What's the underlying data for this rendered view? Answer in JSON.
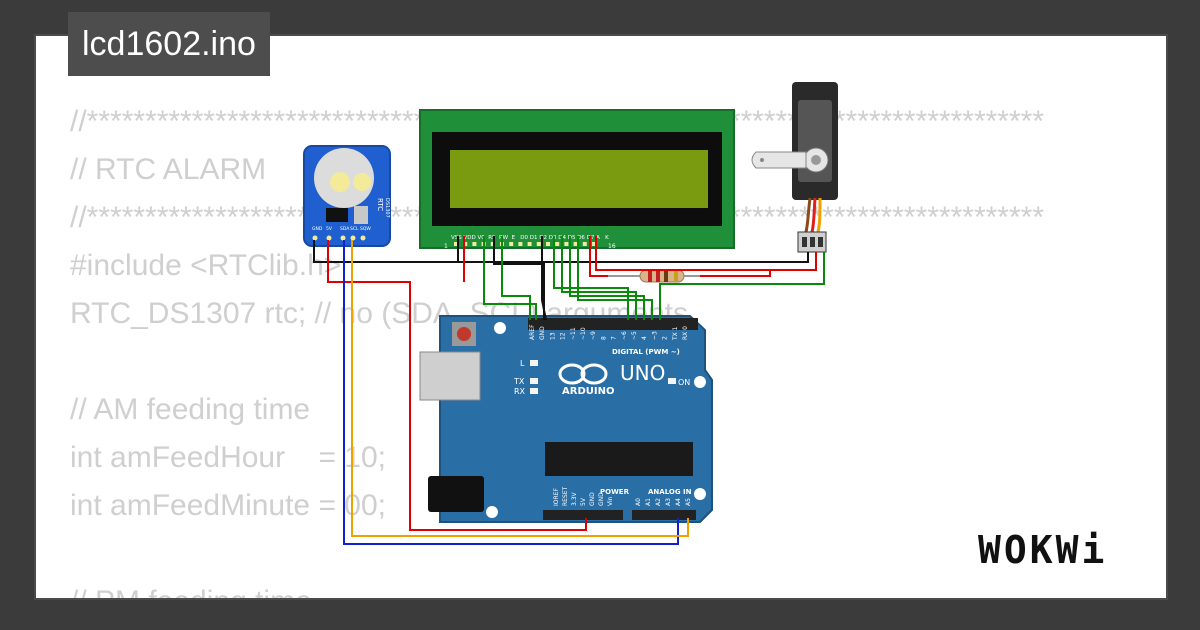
{
  "title": "lcd1602.ino",
  "code_lines": [
    "//**********************************************************************************",
    "// RTC ALARM",
    "//**********************************************************************************",
    "#include <RTClib.h>",
    "RTC_DS1307 rtc; // no (SDA, SCL) arguments",
    "",
    "// AM feeding time",
    "int amFeedHour    = 10;",
    "int amFeedMinute = 00;",
    "",
    "// PM feeding time"
  ],
  "brand": "WOKWi",
  "rtc": {
    "label": "RTC",
    "sublabel": "DS1307",
    "pins": [
      "GND",
      "5V",
      "SDA",
      "SCL",
      "SQW"
    ]
  },
  "lcd": {
    "pin_labels": "VSS VDD V0  RS  RW  E   D0 D1 D2 D3 D4 D5 D6 D7 A   K",
    "pin_first": "1",
    "pin_last": "16"
  },
  "arduino": {
    "model": "UNO",
    "brand": "ARDUINO",
    "digital_label": "DIGITAL (PWM ~)",
    "power_label": "POWER",
    "analog_label": "ANALOG IN",
    "led_l": "L",
    "led_tx": "TX",
    "led_rx": "RX",
    "on_label": "ON",
    "top_pins": [
      "AREF",
      "GND",
      "13",
      "12",
      "~11",
      "~10",
      "~9",
      "8",
      "7",
      "~6",
      "~5",
      "4",
      "~3",
      "2",
      "TX 1",
      "RX 0"
    ],
    "power_pins": [
      "IOREF",
      "RESET",
      "3.3V",
      "5V",
      "GND",
      "GND",
      "Vin"
    ],
    "analog_pins": [
      "A0",
      "A1",
      "A2",
      "A3",
      "A4",
      "A5"
    ]
  },
  "colors": {
    "wire_black": "#111111",
    "wire_red": "#e00000",
    "wire_green": "#0a8a0a",
    "wire_blue": "#1020d0",
    "wire_orange": "#f0a000",
    "board_blue": "#2a6ea6",
    "lcd_green": "#1f8f3a",
    "lcd_screen": "#7a9a10",
    "rtc_blue": "#1f5fd0"
  }
}
